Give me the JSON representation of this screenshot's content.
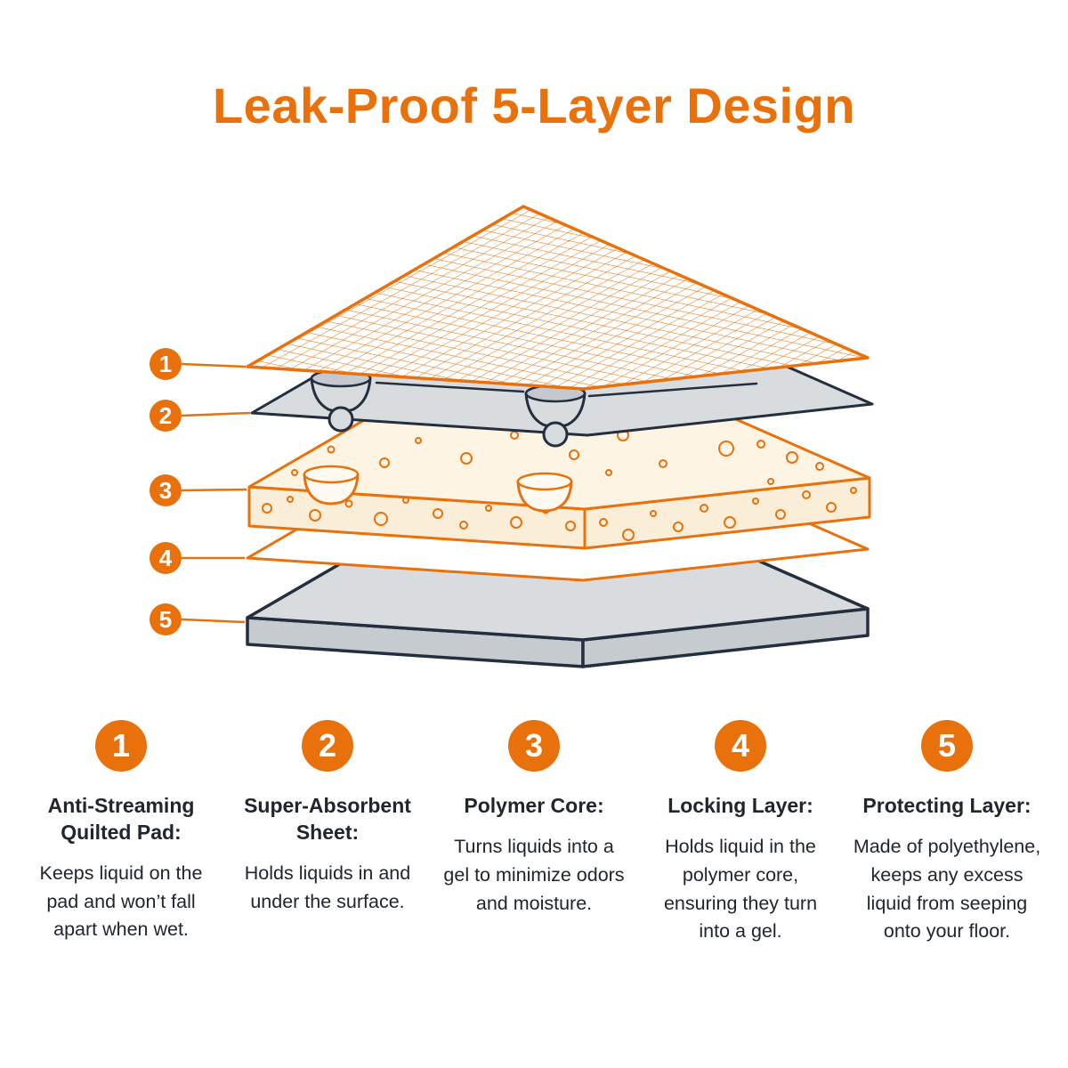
{
  "title": "Leak-Proof 5-Layer Design",
  "colors": {
    "accent": "#E8710C",
    "ink": "#232F3E",
    "sheet": "#D8DCDF",
    "sheet_shadow": "#C6CBD0",
    "cream": "#FDF4E3",
    "cream_shadow": "#FBEED8",
    "text": "#20262B"
  },
  "diagram": {
    "markers": [
      "1",
      "2",
      "3",
      "4",
      "5"
    ]
  },
  "legend": [
    {
      "number": "1",
      "heading": "Anti-Streaming Quilted Pad:",
      "description": "Keeps liquid on the pad and won’t fall apart when wet."
    },
    {
      "number": "2",
      "heading": "Super-Absorbent Sheet:",
      "description": "Holds liquids in and under the surface."
    },
    {
      "number": "3",
      "heading": "Polymer Core:",
      "description": "Turns liquids into a gel to minimize odors and moisture."
    },
    {
      "number": "4",
      "heading": "Locking Layer:",
      "description": "Holds liquid in the polymer core, ensuring they turn into a gel."
    },
    {
      "number": "5",
      "heading": "Protecting Layer:",
      "description": "Made of polyethylene, keeps any excess liquid from seeping onto your floor."
    }
  ]
}
